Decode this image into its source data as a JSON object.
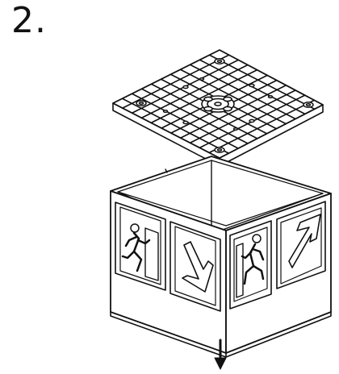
{
  "step": {
    "number": "2."
  },
  "illustration": {
    "ink_color": "#111111",
    "fill_color": "#ffffff",
    "parts": [
      "mounting-plate",
      "sign-box",
      "running-man-pictogram",
      "arrow-down-pictogram",
      "arrow-right-pictogram",
      "install-direction-arrow"
    ]
  }
}
